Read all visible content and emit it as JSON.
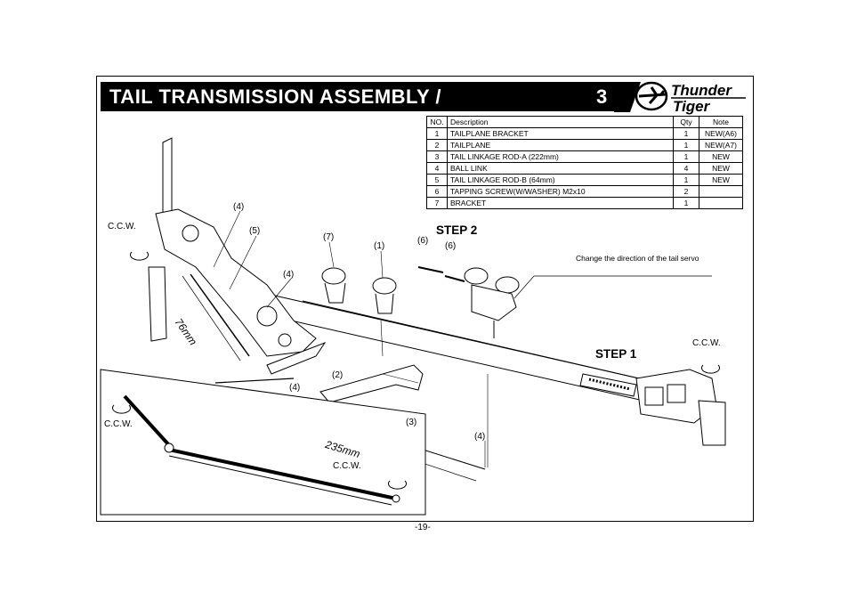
{
  "header": {
    "title": "TAIL TRANSMISSION ASSEMBLY /",
    "step_number": "3",
    "logo_line1": "Thunder",
    "logo_line2": "Tiger"
  },
  "parts_table": {
    "headers": [
      "NO.",
      "Description",
      "Qty",
      "Note"
    ],
    "rows": [
      [
        "1",
        "TAILPLANE BRACKET",
        "1",
        "NEW(A6)"
      ],
      [
        "2",
        "TAILPLANE",
        "1",
        "NEW(A7)"
      ],
      [
        "3",
        "TAIL LINKAGE ROD-A (222mm)",
        "1",
        "NEW"
      ],
      [
        "4",
        "BALL LINK",
        "4",
        "NEW"
      ],
      [
        "5",
        "TAIL LINKAGE ROD-B (64mm)",
        "1",
        "NEW"
      ],
      [
        "6",
        "TAPPING SCREW(W/WASHER) M2x10",
        "2",
        ""
      ],
      [
        "7",
        "BRACKET",
        "1",
        ""
      ]
    ]
  },
  "steps": {
    "step1": "STEP 1",
    "step2": "STEP 2"
  },
  "servo_note": "Change the direction of the tail servo",
  "callouts": {
    "rotation": "C.C.W.",
    "part1": "(1)",
    "part2": "(2)",
    "part3": "(3)",
    "part4": "(4)",
    "part5": "(5)",
    "part6": "(6)",
    "part7": "(7)"
  },
  "dimensions": {
    "rod_b": "76mm",
    "rod_a": "235mm"
  },
  "page_number": "-19-"
}
